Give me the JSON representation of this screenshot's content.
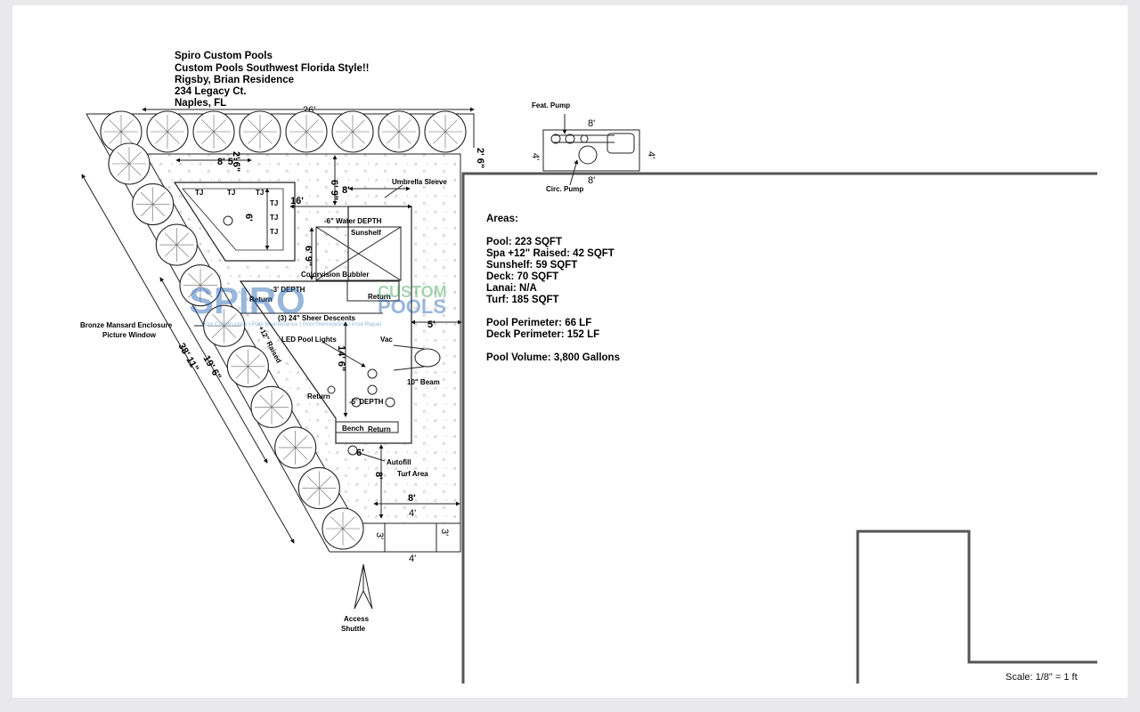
{
  "header": {
    "company": "Spiro Custom Pools",
    "tagline": "Custom Pools Southwest Florida Style!!",
    "client": "Rigsby, Brian Residence",
    "street": "234 Legacy Ct.",
    "city": "Naples, FL"
  },
  "areas": {
    "title": "Areas:",
    "pool": "Pool: 223 SQFT",
    "spa": "Spa +12\" Raised: 42 SQFT",
    "sunshelf": "Sunshelf: 59 SQFT",
    "deck": "Deck: 70 SQFT",
    "lanai": "Lanai: N/A",
    "turf": "Turf: 185 SQFT",
    "pool_perimeter": "Pool Perimeter: 66 LF",
    "deck_perimeter": "Deck Perimeter: 152 LF",
    "pool_volume": "Pool Volume: 3,800 Gallons"
  },
  "labels": {
    "feat_pump": "Feat. Pump",
    "circ_pump": "Circ. Pump",
    "umbrella_sleeve": "Umbrella Sleeve",
    "water_depth_6": "-6\" Water DEPTH",
    "sunshelf": "Sunshelf",
    "colorvision_bubbler": "Colorvision Bubbler",
    "return": "Return",
    "depth_3": "-3' DEPTH",
    "sheer_descents": "(3) 24\" Sheer Descents",
    "led_lights": "LED Pool Lights",
    "vac": "Vac",
    "raised": "+12\" Raised",
    "beam": "10\" Beam",
    "depth_5": "-5' DEPTH",
    "bench": "Bench",
    "autofill": "Autofill",
    "turf_area": "Turf Area",
    "enclosure_line1": "Bronze Mansard Enclosure",
    "enclosure_line2": "Picture Window",
    "access_line1": "Access",
    "access_line2": "Shuttle",
    "tj": "TJ",
    "scale": "Scale: 1/8\" = 1 ft",
    "logo_main": "SPIRO",
    "logo_side_1": "CUSTOM",
    "logo_side_2": "POOLS",
    "logo_tagline": "Pool Construction | Pool Maintenance | Pool Remodeling | Pool Repair"
  },
  "dims": {
    "top_26": "26'",
    "spa_8_5": "8' 5\"",
    "spa_2_6": "2' 6\"",
    "spa_6": "6'",
    "right_2_6": "2' 6\"",
    "six_9": "6' 9\"",
    "eight": "8'",
    "sixteen": "16'",
    "shelf_6_9": "6' 9\"",
    "five": "5'",
    "fourteen_6": "14' 6\"",
    "thirtyeight_11": "38' 11\"",
    "nineteen_6": "19' 6\"",
    "bench_6": "6'",
    "eight_vert": "8'",
    "eight_bottom": "8'",
    "four_a": "4'",
    "four_b": "4'",
    "three_a": "3'",
    "three_b": "3'",
    "pump_8_top": "8'",
    "pump_8_bottom": "8'",
    "pump_4_left": "4'",
    "pump_4_right": "4'"
  },
  "colors": {
    "logo_blue": "#1f5fb0",
    "logo_green": "#3ea050",
    "line": "#222222",
    "wall": "#555555"
  }
}
